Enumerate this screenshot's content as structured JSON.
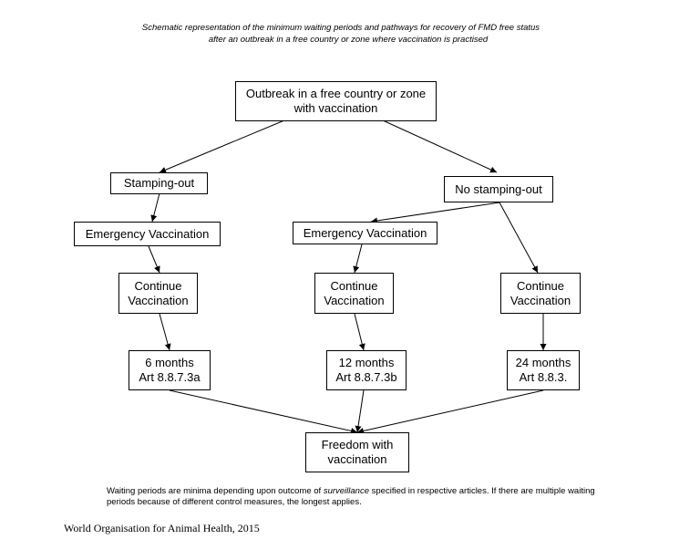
{
  "title": {
    "line1": "Schematic representation of the minimum waiting periods and pathways for recovery of FMD free status",
    "line2": "after an outbreak in a free country or zone where vaccination is practised"
  },
  "nodes": {
    "outbreak": "Outbreak in a free country  or zone\nwith vaccination",
    "stamping_out": "Stamping-out",
    "no_stamping_out": "No stamping-out",
    "emergency_vacc_left": "Emergency Vaccination",
    "emergency_vacc_mid": "Emergency Vaccination",
    "continue_left": "Continue\nVaccination",
    "continue_mid": "Continue\nVaccination",
    "continue_right": "Continue\nVaccination",
    "period_6": "6 months\nArt 8.8.7.3a",
    "period_12": "12 months\nArt 8.8.7.3b",
    "period_24": "24 months\nArt 8.8.3.",
    "freedom": "Freedom with\nvaccination"
  },
  "note": {
    "prefix": "Waiting periods are minima depending upon outcome of ",
    "emphasis": "surveillance",
    "suffix": " specified in respective articles. If there are multiple waiting periods because of different control measures, the longest applies."
  },
  "footer": "World Organisation for Animal Health, 2015"
}
